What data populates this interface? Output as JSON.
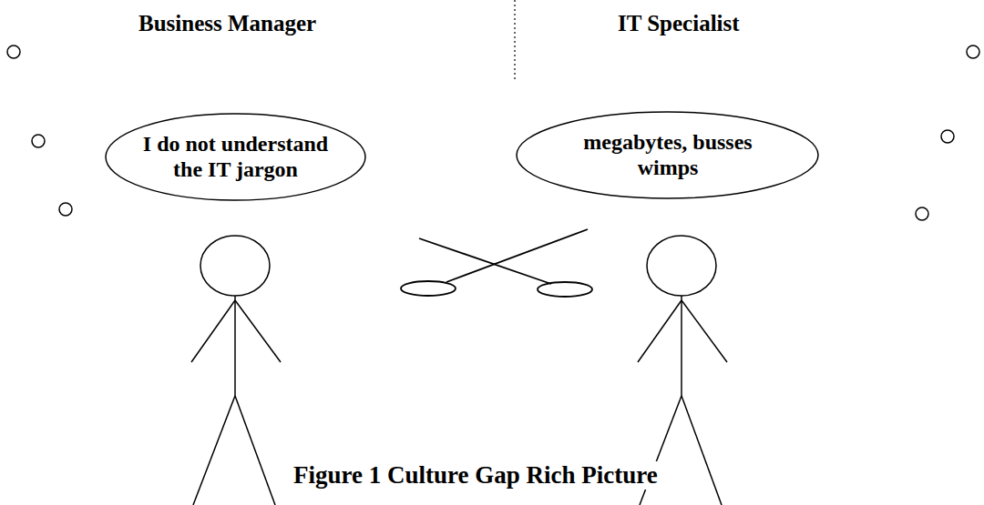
{
  "diagram": {
    "caption": "Figure 1 Culture Gap Rich Picture",
    "nodes": [
      {
        "text": [
          "I do not understand the IT jargon"
        ]
      },
      {
        "text": [
          "megabytes, busses wimps"
        ]
      }
    ],
    "labels": [
      "Business Manager",
      "IT Specialist"
    ]
  }
}
